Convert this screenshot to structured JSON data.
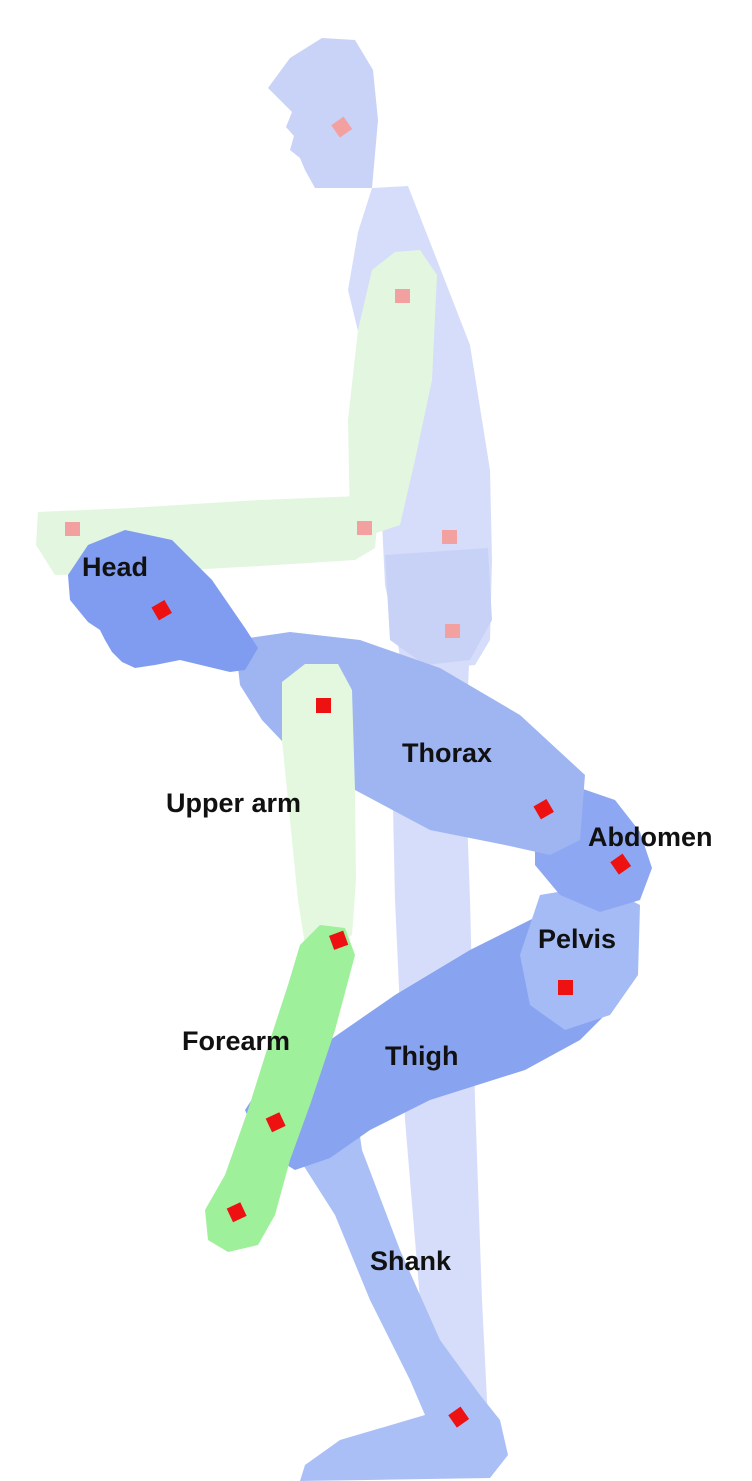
{
  "labels": {
    "head": "Head",
    "thorax": "Thorax",
    "upper_arm": "Upper arm",
    "abdomen": "Abdomen",
    "pelvis": "Pelvis",
    "forearm": "Forearm",
    "thigh": "Thigh",
    "shank": "Shank"
  },
  "colors": {
    "standing_body": "#d6ddfa",
    "standing_head": "#c9d3f7",
    "standing_arm": "#e3f6e0",
    "standing_marker": "#f3a0a0",
    "crouch_head": "#7f9cf0",
    "crouch_thorax": "#9fb5f2",
    "crouch_abdomen": "#8ea7f2",
    "crouch_pelvis": "#a5bbf5",
    "crouch_thigh": "#88a3f0",
    "crouch_shank": "#a9bff6",
    "crouch_upper_arm": "#e3f8de",
    "crouch_forearm": "#9ef09a",
    "crouch_marker": "#ee1111"
  }
}
